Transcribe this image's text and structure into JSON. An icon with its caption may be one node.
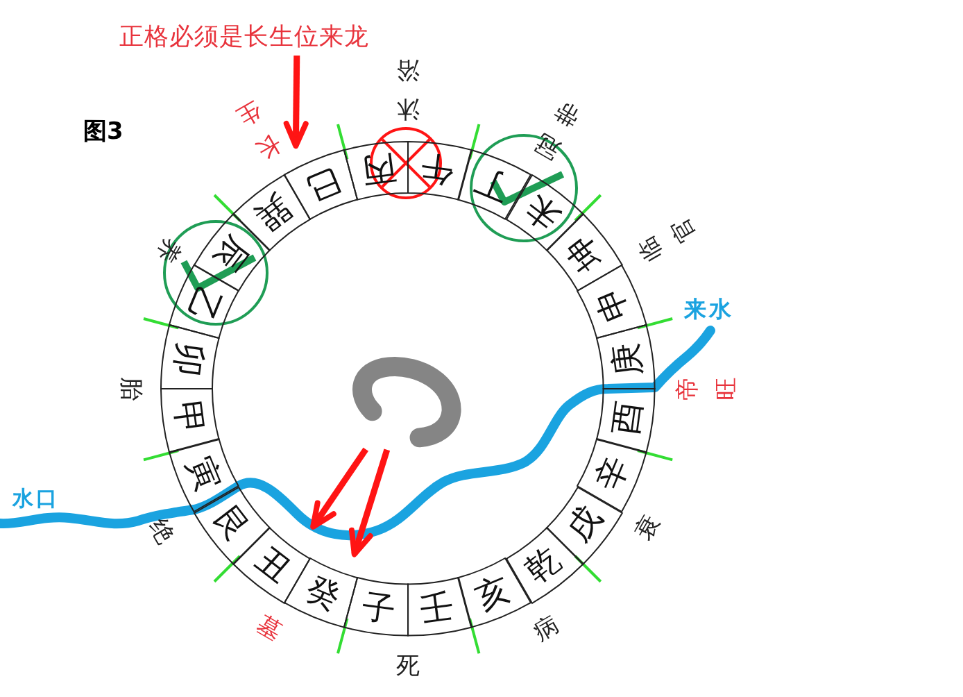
{
  "diagram": {
    "title": "图3",
    "nodes": [
      {
        "text": [
          "正格必须是长生位来龙"
        ]
      },
      {
        "text": [
          "子"
        ]
      },
      {
        "text": [
          "癸"
        ]
      },
      {
        "text": [
          "丑"
        ]
      },
      {
        "text": [
          "艮"
        ]
      },
      {
        "text": [
          "寅"
        ]
      },
      {
        "text": [
          "甲"
        ]
      },
      {
        "text": [
          "卯"
        ]
      },
      {
        "text": [
          "乙"
        ]
      },
      {
        "text": [
          "辰"
        ]
      },
      {
        "text": [
          "巽"
        ]
      },
      {
        "text": [
          "巳"
        ]
      },
      {
        "text": [
          "丙"
        ]
      },
      {
        "text": [
          "午"
        ]
      },
      {
        "text": [
          "丁"
        ]
      },
      {
        "text": [
          "未"
        ]
      },
      {
        "text": [
          "坤"
        ]
      },
      {
        "text": [
          "申"
        ]
      },
      {
        "text": [
          "庚"
        ]
      },
      {
        "text": [
          "酉"
        ]
      },
      {
        "text": [
          "辛"
        ]
      },
      {
        "text": [
          "戌"
        ]
      },
      {
        "text": [
          "乾"
        ]
      },
      {
        "text": [
          "亥"
        ]
      },
      {
        "text": [
          "壬"
        ]
      },
      {
        "text": [],
        "shape": "picture"
      }
    ],
    "edges": [
      {
        "from": 0,
        "to": 11,
        "arrow": "to"
      },
      {
        "from": 25,
        "to": 3,
        "arrow": "to"
      },
      {
        "from": 25,
        "to": 2,
        "arrow": "to"
      }
    ],
    "labels": [
      "长生",
      "沐浴",
      "冠带",
      "临官",
      "帝旺",
      "衰",
      "病",
      "死",
      "墓",
      "绝",
      "胎",
      "养",
      "来水",
      "水口"
    ]
  }
}
